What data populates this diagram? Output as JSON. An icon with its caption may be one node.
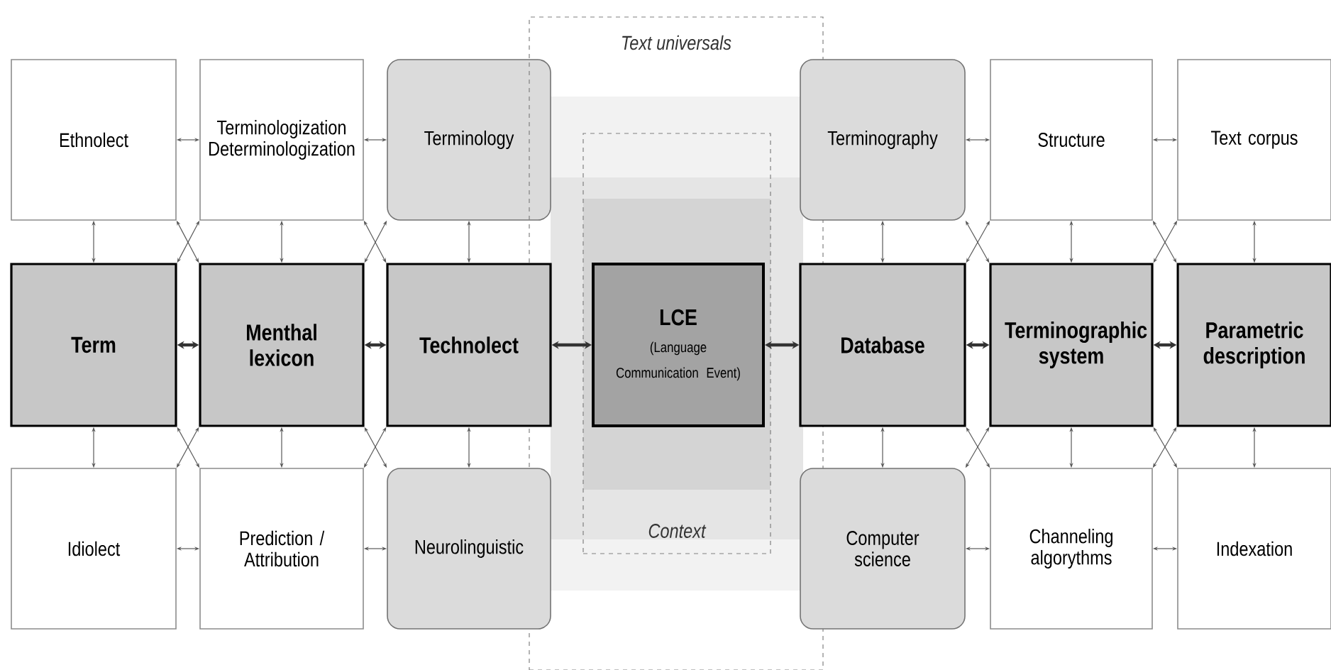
{
  "diagram": {
    "nodes": [
      {
        "text": [
          "Ethnolect"
        ]
      },
      {
        "text": [
          "Terminologization Determinologization"
        ]
      },
      {
        "text": [
          "Terminology"
        ]
      },
      {
        "text": [
          "Text universals"
        ]
      },
      {
        "text": [
          "Context"
        ],
        "in": 3
      },
      {
        "text": [
          "LCE",
          "(Language Communication Event)"
        ],
        "in": 4
      },
      {
        "text": [
          "Terminography"
        ]
      },
      {
        "text": [
          "Structure"
        ]
      },
      {
        "text": [
          "Text corpus"
        ]
      },
      {
        "text": [
          "Term"
        ]
      },
      {
        "text": [
          "Menthal lexicon"
        ]
      },
      {
        "text": [
          "Technolect"
        ]
      },
      {
        "text": [
          "Database"
        ]
      },
      {
        "text": [
          "Terminographic system"
        ]
      },
      {
        "text": [
          "Parametric description"
        ]
      },
      {
        "text": [
          "Idiolect"
        ]
      },
      {
        "text": [
          "Prediction / Attribution"
        ]
      },
      {
        "text": [
          "Neurolinguistic"
        ]
      },
      {
        "text": [
          "Computer science"
        ]
      },
      {
        "text": [
          "Channeling algorythms"
        ]
      },
      {
        "text": [
          "Indexation"
        ]
      }
    ],
    "edges": [
      {
        "from": 0,
        "to": 1,
        "arrow": "both"
      },
      {
        "from": 1,
        "to": 2,
        "arrow": "both"
      },
      {
        "from": 6,
        "to": 7,
        "arrow": "both"
      },
      {
        "from": 7,
        "to": 8,
        "arrow": "both"
      },
      {
        "from": 0,
        "to": 9,
        "arrow": "both"
      },
      {
        "from": 0,
        "to": 10,
        "arrow": "both"
      },
      {
        "from": 1,
        "to": 9,
        "arrow": "both"
      },
      {
        "from": 1,
        "to": 10,
        "arrow": "both"
      },
      {
        "from": 1,
        "to": 11,
        "arrow": "both"
      },
      {
        "from": 2,
        "to": 10,
        "arrow": "both"
      },
      {
        "from": 2,
        "to": 11,
        "arrow": "both"
      },
      {
        "from": 6,
        "to": 12,
        "arrow": "both"
      },
      {
        "from": 6,
        "to": 13,
        "arrow": "both"
      },
      {
        "from": 7,
        "to": 12,
        "arrow": "both"
      },
      {
        "from": 7,
        "to": 13,
        "arrow": "both"
      },
      {
        "from": 7,
        "to": 14,
        "arrow": "both"
      },
      {
        "from": 8,
        "to": 13,
        "arrow": "both"
      },
      {
        "from": 8,
        "to": 14,
        "arrow": "both"
      },
      {
        "from": 9,
        "to": 10,
        "arrow": "both",
        "style": "thick"
      },
      {
        "from": 10,
        "to": 11,
        "arrow": "both",
        "style": "thick"
      },
      {
        "from": 11,
        "to": 5,
        "arrow": "both",
        "style": "thick"
      },
      {
        "from": 5,
        "to": 12,
        "arrow": "both",
        "style": "thick"
      },
      {
        "from": 12,
        "to": 13,
        "arrow": "both",
        "style": "thick"
      },
      {
        "from": 13,
        "to": 14,
        "arrow": "both",
        "style": "thick"
      },
      {
        "from": 9,
        "to": 15,
        "arrow": "both"
      },
      {
        "from": 9,
        "to": 16,
        "arrow": "both"
      },
      {
        "from": 10,
        "to": 15,
        "arrow": "both"
      },
      {
        "from": 10,
        "to": 16,
        "arrow": "both"
      },
      {
        "from": 10,
        "to": 17,
        "arrow": "both"
      },
      {
        "from": 11,
        "to": 16,
        "arrow": "both"
      },
      {
        "from": 11,
        "to": 17,
        "arrow": "both"
      },
      {
        "from": 12,
        "to": 18,
        "arrow": "both"
      },
      {
        "from": 12,
        "to": 19,
        "arrow": "both"
      },
      {
        "from": 13,
        "to": 18,
        "arrow": "both"
      },
      {
        "from": 13,
        "to": 19,
        "arrow": "both"
      },
      {
        "from": 13,
        "to": 20,
        "arrow": "both"
      },
      {
        "from": 14,
        "to": 19,
        "arrow": "both"
      },
      {
        "from": 14,
        "to": 20,
        "arrow": "both"
      },
      {
        "from": 15,
        "to": 16,
        "arrow": "both"
      },
      {
        "from": 16,
        "to": 17,
        "arrow": "both"
      },
      {
        "from": 18,
        "to": 19,
        "arrow": "both"
      },
      {
        "from": 19,
        "to": 20,
        "arrow": "both"
      }
    ]
  }
}
